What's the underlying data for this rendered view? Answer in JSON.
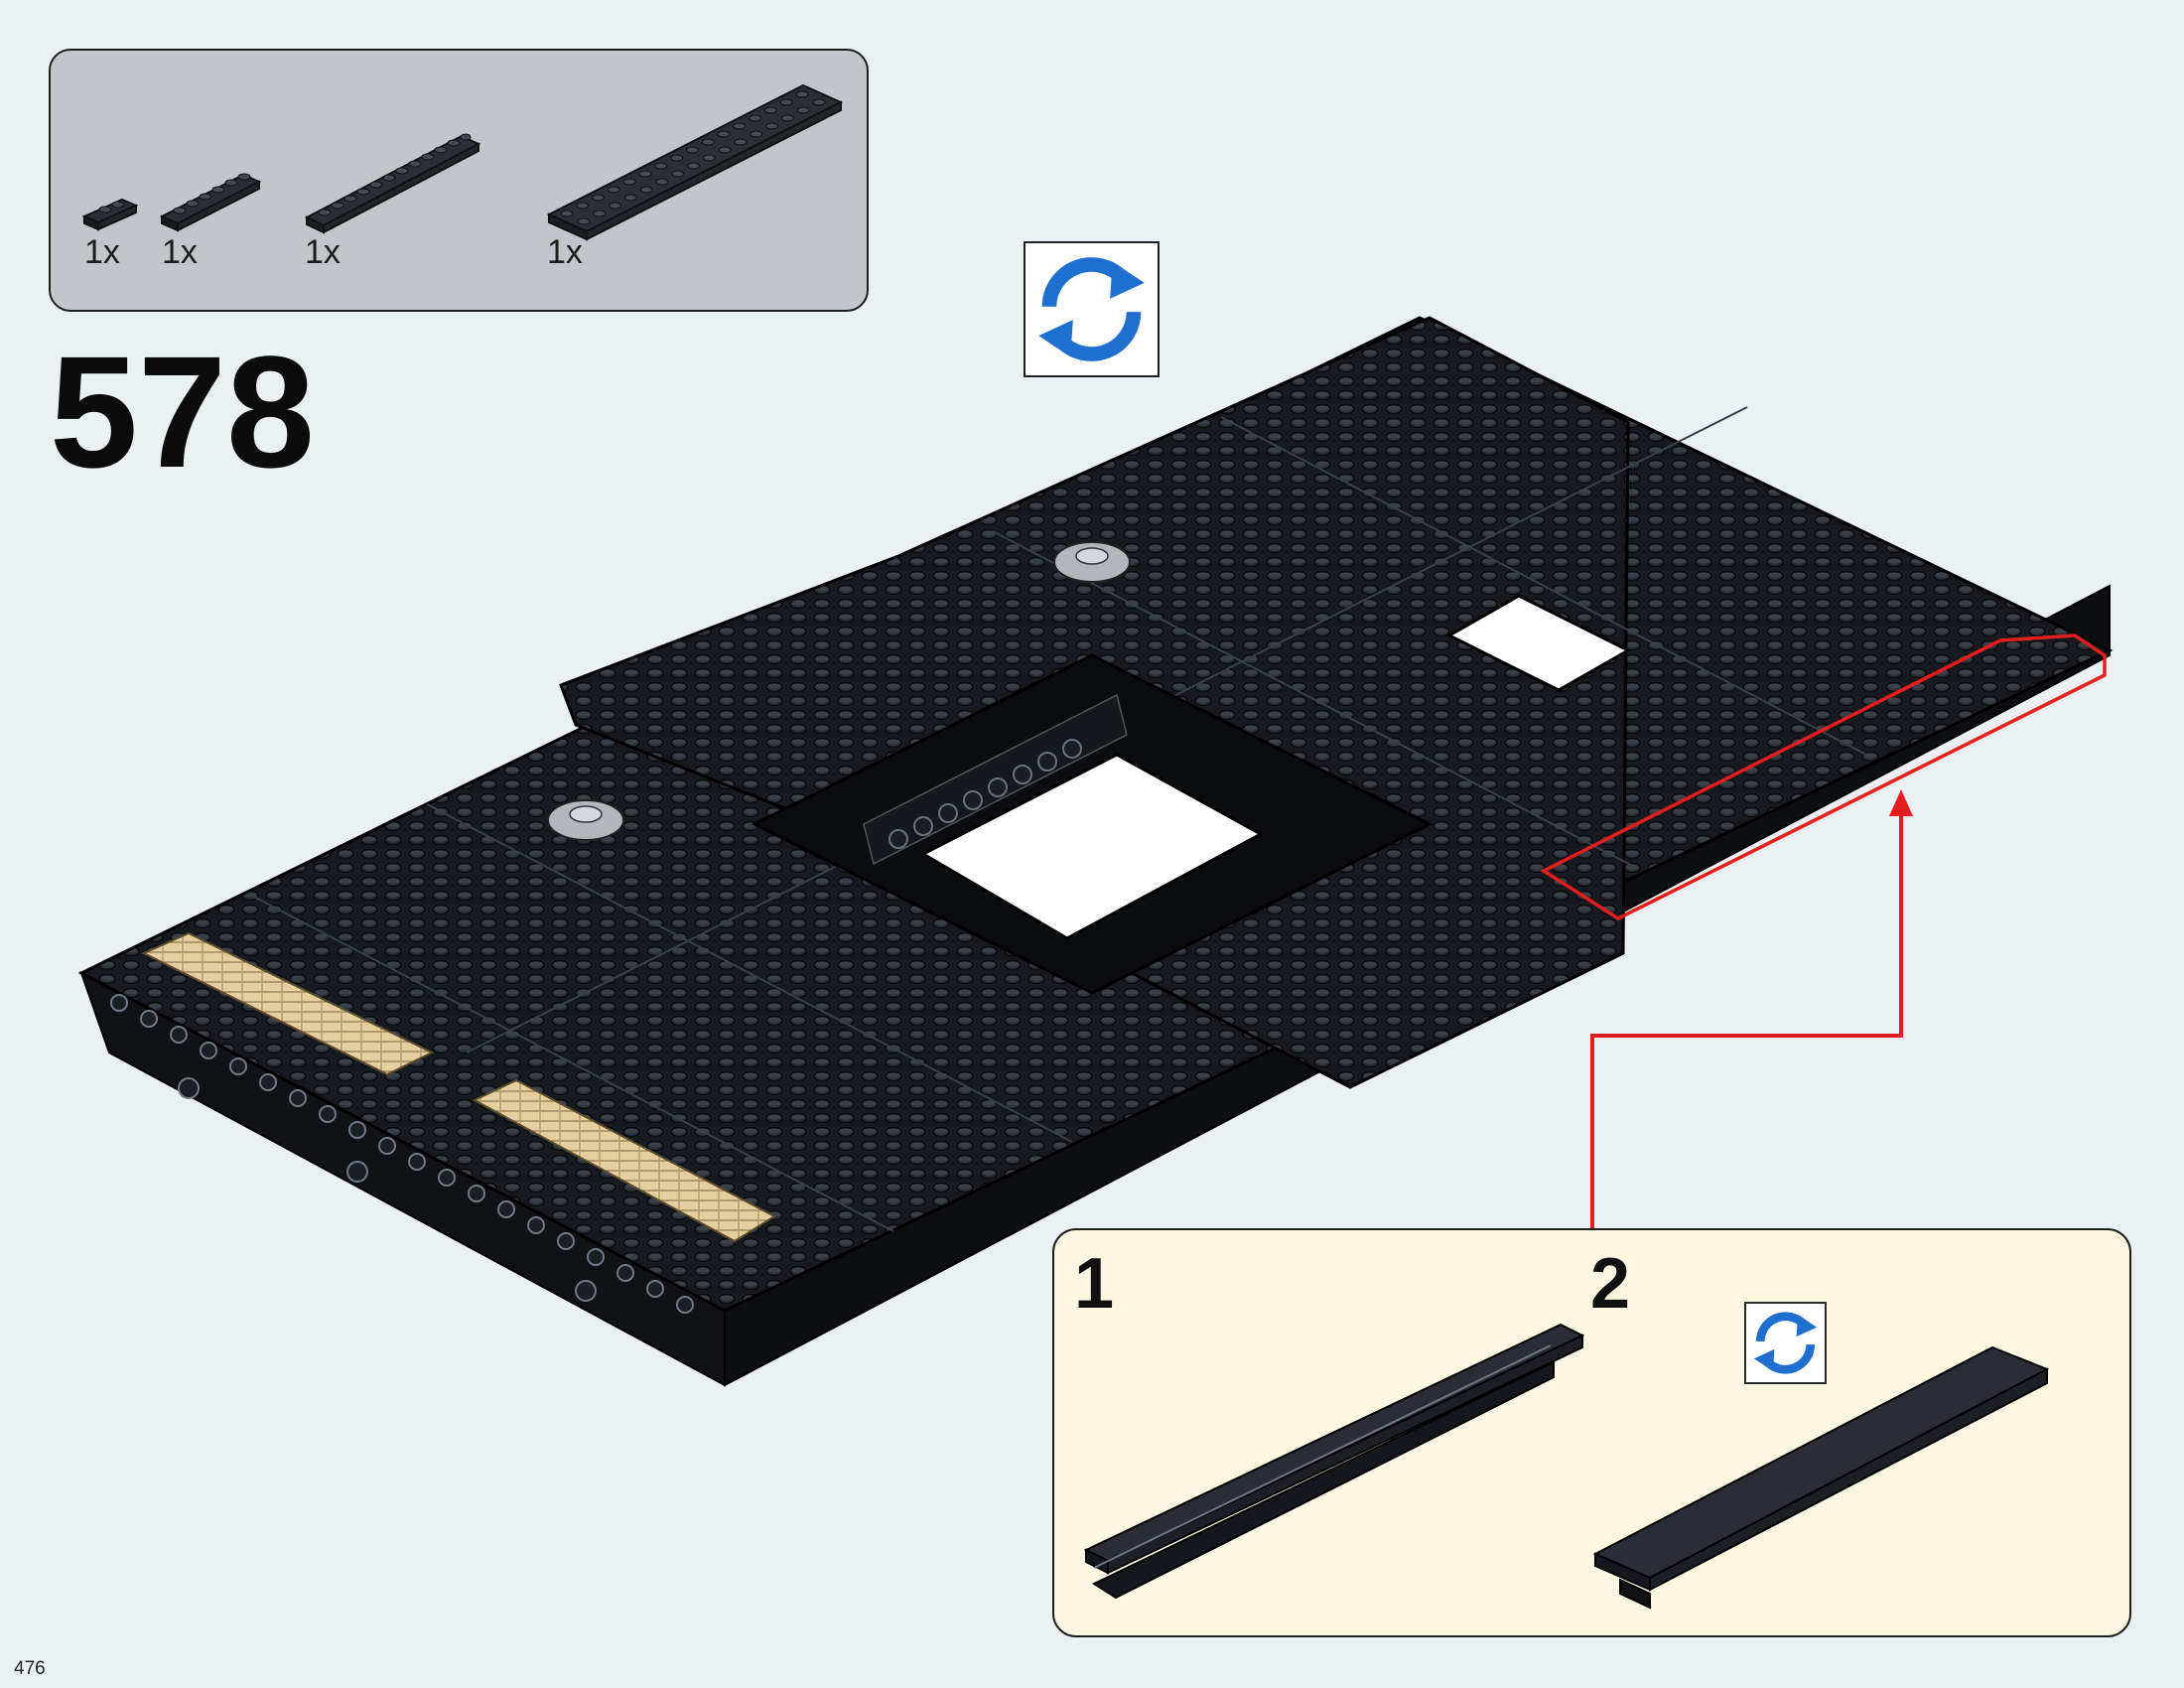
{
  "parts_list": {
    "items": [
      {
        "name": "plate-1x2",
        "qty": "1x"
      },
      {
        "name": "plate-1x6",
        "qty": "1x"
      },
      {
        "name": "plate-1x12",
        "qty": "1x"
      },
      {
        "name": "plate-2x16",
        "qty": "1x"
      }
    ]
  },
  "step": {
    "number": "578"
  },
  "substeps": [
    {
      "number": "1"
    },
    {
      "number": "2"
    }
  ],
  "rotate_icons": [
    "rotate-icon",
    "rotate-icon"
  ],
  "page": {
    "number": "476"
  },
  "colors": {
    "background": "#ebf0f3",
    "parts_box": "#c2c5c9",
    "substep_box": "#fdf6e1",
    "brick_black": "#16191d",
    "callout_red": "#e41e1e",
    "rotate_blue": "#1f6fd1",
    "tan": "#e6cf9e"
  }
}
